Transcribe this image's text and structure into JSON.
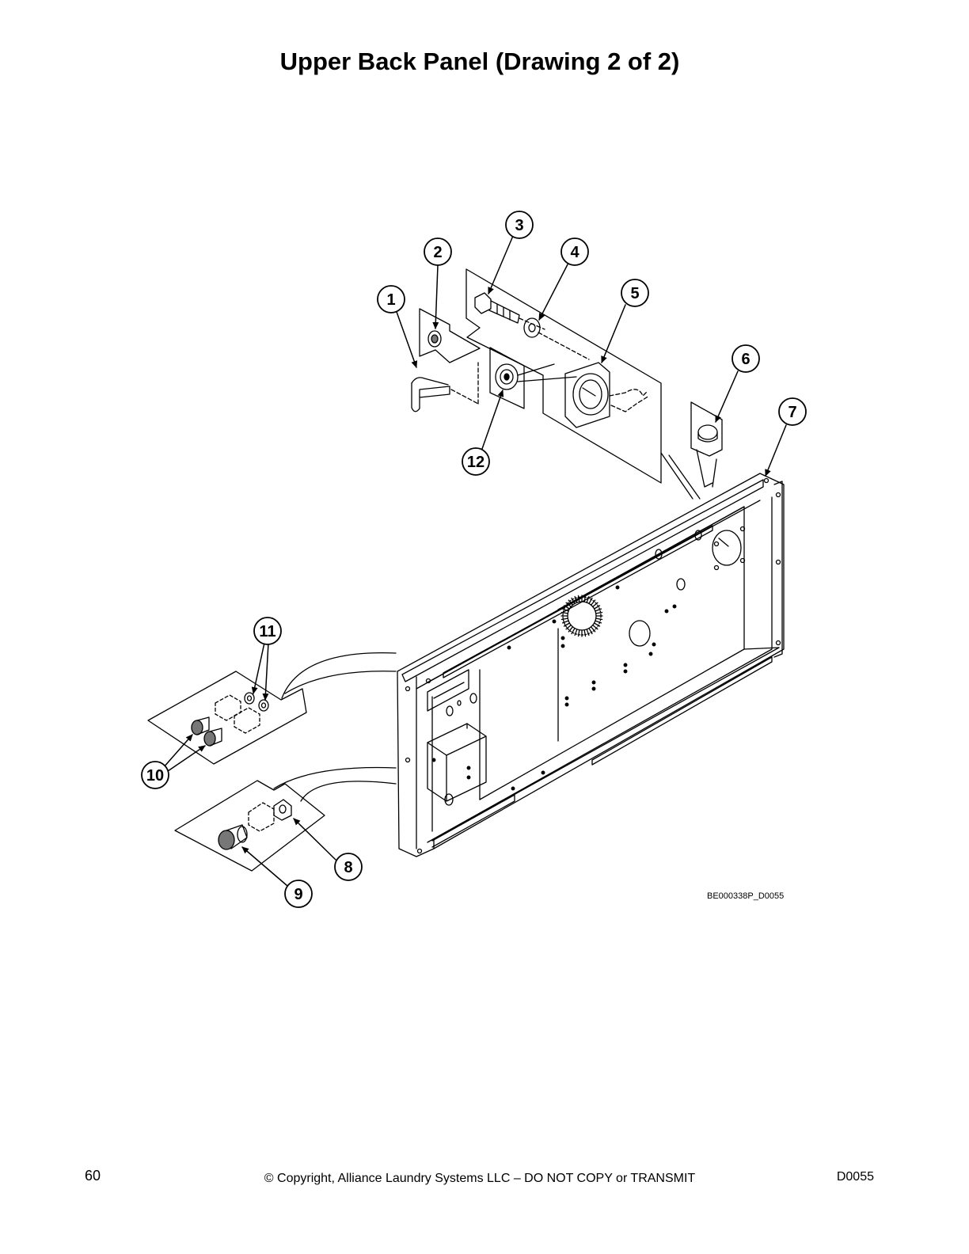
{
  "page": {
    "title": "Upper Back Panel (Drawing 2 of 2)",
    "page_number": "60",
    "copyright": "© Copyright, Alliance Laundry Systems LLC – DO NOT COPY or TRANSMIT",
    "doc_code": "D0055"
  },
  "drawing": {
    "reference_id": "BE000338P_D0055",
    "callouts": [
      "1",
      "2",
      "3",
      "4",
      "5",
      "6",
      "7",
      "8",
      "9",
      "10",
      "11",
      "12"
    ]
  }
}
